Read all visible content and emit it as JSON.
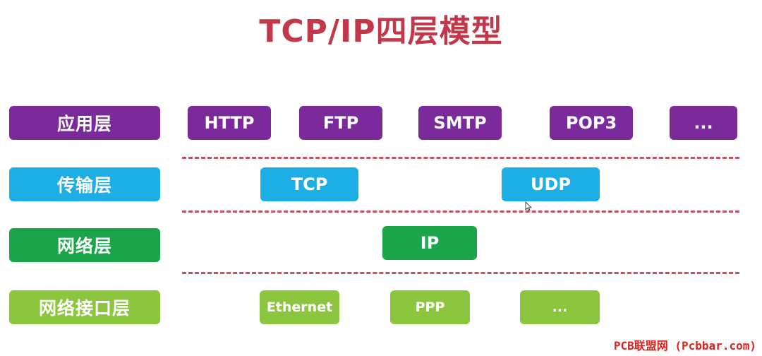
{
  "title": "TCP/IP四层模型",
  "layers": {
    "application": {
      "label": "应用层",
      "protocols": [
        "HTTP",
        "FTP",
        "SMTP",
        "POP3",
        "..."
      ]
    },
    "transport": {
      "label": "传输层",
      "protocols": [
        "TCP",
        "UDP"
      ]
    },
    "network": {
      "label": "网络层",
      "protocols": [
        "IP"
      ]
    },
    "link": {
      "label": "网络接口层",
      "protocols": [
        "Ethernet",
        "PPP",
        "..."
      ]
    }
  },
  "colors": {
    "title": "#c0384a",
    "application": "#7b2a9c",
    "transport": "#1eaee6",
    "network": "#1ba54a",
    "link": "#8cc63f",
    "divider": "#c25060",
    "watermark": "#e0201c"
  },
  "icons": {
    "cursor": "mouse-pointer-icon"
  },
  "watermark": "PCB联盟网 (Pcbbar.com)"
}
